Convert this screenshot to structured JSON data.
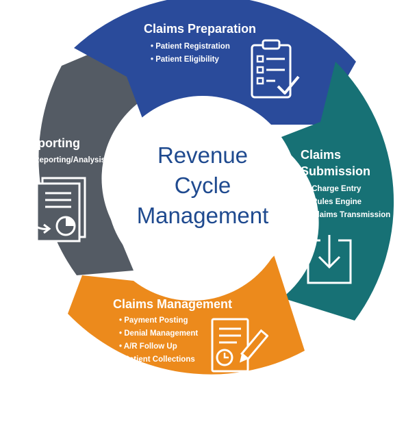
{
  "colors": {
    "preparation": "#2a4b9b",
    "submission": "#177175",
    "management": "#ec8a1c",
    "reporting": "#545b64",
    "center_text": "#1f4a8f"
  },
  "center": {
    "line1": "Revenue",
    "line2": "Cycle",
    "line3": "Management"
  },
  "segments": {
    "preparation": {
      "title": "Claims Preparation",
      "items": [
        "Patient Registration",
        "Patient Eligibility"
      ],
      "icon": "clipboard-checklist-icon"
    },
    "submission": {
      "title_line1": "Claims",
      "title_line2": "Submission",
      "items": [
        "Charge Entry",
        "Rules Engine",
        "Claims Transmission"
      ],
      "icon": "download-tray-icon"
    },
    "management": {
      "title": "Claims Management",
      "items": [
        "Payment Posting",
        "Denial Management",
        "A/R Follow Up",
        "Patient Collections"
      ],
      "icon": "document-pen-clock-icon"
    },
    "reporting": {
      "title": "Reporting",
      "items": [
        "Reporting/Analysis"
      ],
      "icon": "report-pie-chart-icon"
    }
  }
}
